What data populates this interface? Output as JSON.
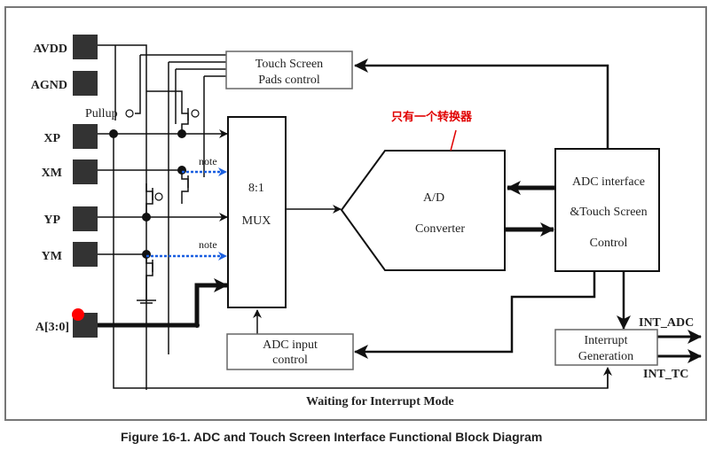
{
  "diagram": {
    "pins": [
      {
        "id": "avdd",
        "label": "AVDD"
      },
      {
        "id": "agnd",
        "label": "AGND"
      },
      {
        "id": "xp",
        "label": "XP"
      },
      {
        "id": "xm",
        "label": "XM"
      },
      {
        "id": "yp",
        "label": "YP"
      },
      {
        "id": "ym",
        "label": "YM"
      },
      {
        "id": "a30",
        "label": "A[3:0]"
      }
    ],
    "pullup_label": "Pullup",
    "note_labels": [
      "note",
      "note"
    ],
    "blocks": {
      "pads_control": [
        "Touch Screen",
        "Pads control"
      ],
      "mux": [
        "8:1",
        "MUX"
      ],
      "adc": [
        "A/D",
        "Converter"
      ],
      "adc_interface": [
        "ADC interface",
        "&Touch Screen",
        "Control"
      ],
      "adc_input_control": [
        "ADC input",
        "control"
      ],
      "interrupt_generation": [
        "Interrupt",
        "Generation"
      ]
    },
    "outputs": [
      "INT_ADC",
      "INT_TC"
    ],
    "wait_mode_label": "Waiting for Interrupt Mode",
    "annotation_cn": "只有一个转换器",
    "caption": "Figure 16-1. ADC and Touch Screen Interface Functional Block Diagram",
    "colors": {
      "line": "#111111",
      "pin_fill": "#333333",
      "note_arrow": "#1a5fe0",
      "annotation": "#e00000",
      "frame": "#777777"
    }
  }
}
